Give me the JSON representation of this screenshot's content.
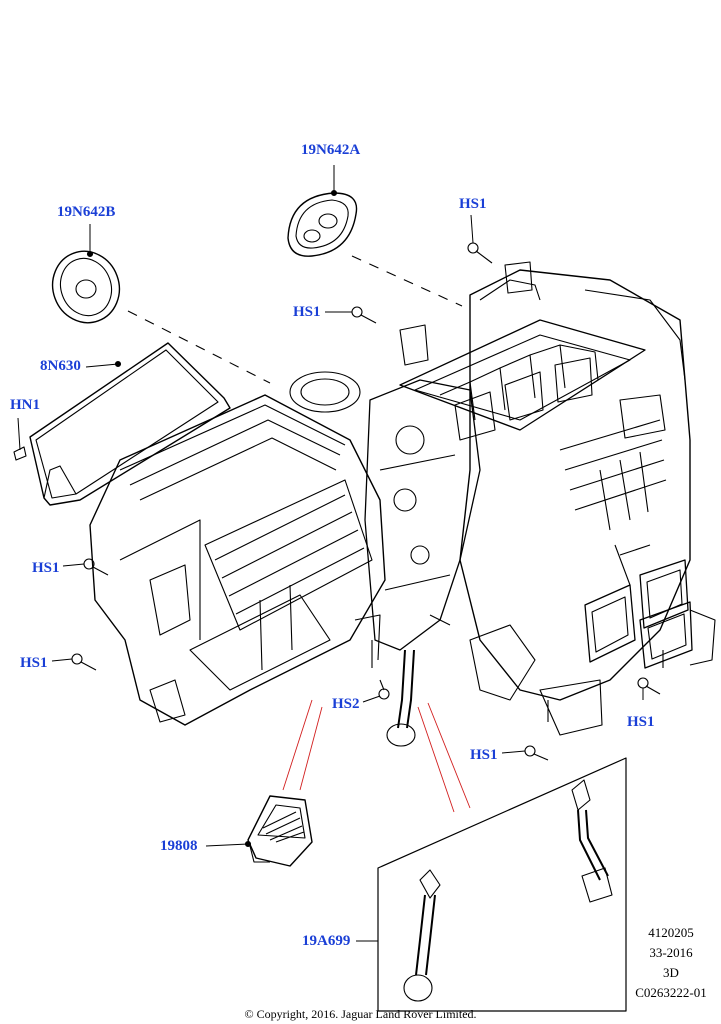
{
  "callouts": {
    "p19N642A": "19N642A",
    "p19N642B": "19N642B",
    "p8N630": "8N630",
    "hn1": "HN1",
    "hs1": "HS1",
    "hs2": "HS2",
    "p19808": "19808",
    "p19A699": "19A699"
  },
  "meta": {
    "code": "4120205",
    "date": "33-2016",
    "view": "3D",
    "ref": "C0263222-01"
  },
  "copyright": "© Copyright, 2016. Jaguar Land Rover Limited.",
  "colors": {
    "callout": "#1a3fd6",
    "leader_red": "#d21f1f",
    "line": "#000000"
  }
}
